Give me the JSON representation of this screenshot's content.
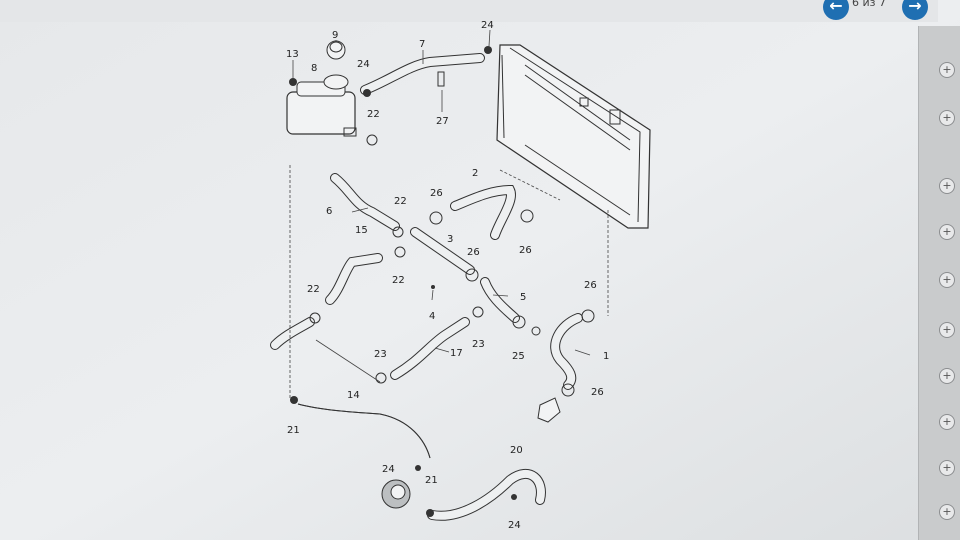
{
  "viewer": {
    "page_counter": "6 из 7",
    "prev_icon": "arrow-left-icon",
    "next_icon": "arrow-right-icon",
    "side_buttons": [
      "+",
      "+",
      "+",
      "+",
      "+",
      "+",
      "+",
      "+",
      "+",
      "+"
    ]
  },
  "diagram": {
    "labels": {
      "p1": "1",
      "p2": "2",
      "p3": "3",
      "p4": "4",
      "p5": "5",
      "p6": "6",
      "p7": "7",
      "p8": "8",
      "p9": "9",
      "p13": "13",
      "p14": "14",
      "p15": "15",
      "p17": "17",
      "p20": "20",
      "p21a": "21",
      "p21b": "21",
      "p22a": "22",
      "p22b": "22",
      "p22c": "22",
      "p22d": "22",
      "p23a": "23",
      "p23b": "23",
      "p24a": "24",
      "p24b": "24",
      "p24c": "24",
      "p24d": "24",
      "p25": "25",
      "p26a": "26",
      "p26b": "26",
      "p26c": "26",
      "p26d": "26",
      "p26e": "26",
      "p27": "27"
    }
  }
}
